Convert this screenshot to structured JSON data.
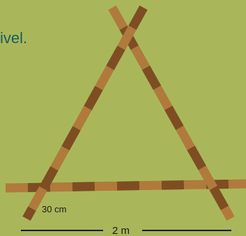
{
  "text_fragment": "ivel.",
  "segment_label": "30 cm",
  "span_label": "2 m",
  "colors": {
    "background": "#a9b75a",
    "pole_light": "#b07a3c",
    "pole_dark": "#7e4d22",
    "text_teal": "#1b5e5a",
    "text_dark": "#1a1a1a",
    "line": "#1a1a1a"
  }
}
